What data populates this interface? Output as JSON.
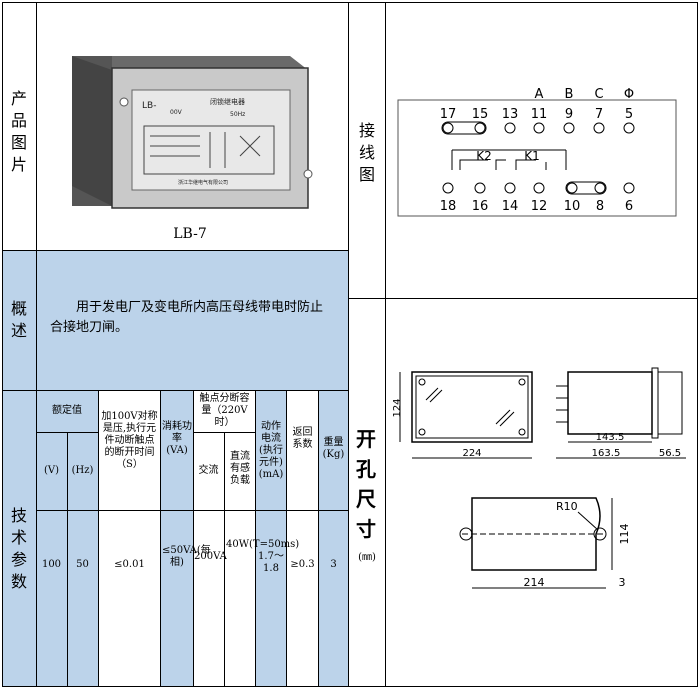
{
  "labels": {
    "product_photo": "产品图片",
    "overview": "概述",
    "tech_params": "技术参数",
    "wiring": "接线图",
    "cutout": "开孔尺寸",
    "cutout_unit": "(㎜)"
  },
  "photo": {
    "caption": "LB-7",
    "panel_title": "LB-",
    "panel_subtitle": "闭锁继电器",
    "panel_voltage": "00V",
    "panel_freq": "50Hz",
    "panel_maker": "浙江华继电气有限公司"
  },
  "overview_text": "用于发电厂及变电所内高压母线带电时防止合接地刀闸。",
  "table": {
    "headers": {
      "rated": "额定值",
      "v": "(V)",
      "hz": "(Hz)",
      "action_time": "加100V对称是压,执行元件动断触点的断开时间（S）",
      "power": "消耗功率(VA)",
      "contact_capacity": "触点分断容量（220V时）",
      "ac": "交流",
      "dc": "直流有感负载",
      "action_current": "动作电流(执行元件)(mA)",
      "return_coef": "返回系数",
      "weight": "重量(Kg)"
    },
    "values": {
      "v": "100",
      "hz": "50",
      "action_time": "≤0.01",
      "power": "≤50VA(每相)",
      "ac": "200VA",
      "dc": "40W(T=50ms)",
      "action_current": "1.7～1.8",
      "return_coef": "≥0.3",
      "weight": "3"
    }
  },
  "wiring": {
    "phase_labels": [
      "A",
      "B",
      "C",
      "Φ"
    ],
    "top_terminals": [
      "17",
      "15",
      "13",
      "11",
      "9",
      "7",
      "5"
    ],
    "bottom_terminals": [
      "18",
      "16",
      "14",
      "12",
      "10",
      "8",
      "6"
    ],
    "relay_labels": [
      "K2",
      "K1"
    ]
  },
  "dimensions": {
    "front_height": "124",
    "front_width": "224",
    "side_depth": "143.5",
    "side_total": "163.5",
    "side_ext": "56.5",
    "cutout_radius": "R10",
    "cutout_width": "214",
    "cutout_height": "114",
    "cutout_margin": "3"
  }
}
